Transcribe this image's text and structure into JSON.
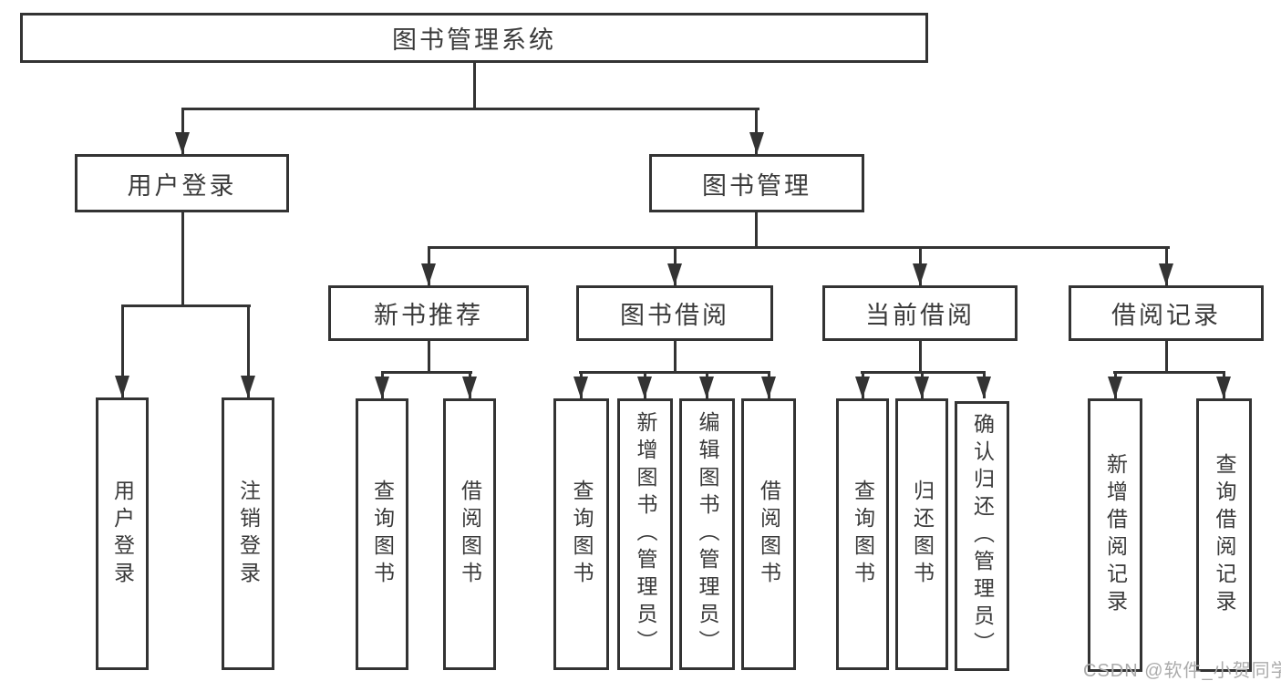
{
  "tree": {
    "root": {
      "label": "图书管理系统"
    },
    "children": [
      {
        "label": "用户登录",
        "leaves": [
          {
            "label": "用户登录"
          },
          {
            "label": "注销登录"
          }
        ]
      },
      {
        "label": "图书管理",
        "children": [
          {
            "label": "新书推荐",
            "leaves": [
              {
                "label": "查询图书"
              },
              {
                "label": "借阅图书"
              }
            ]
          },
          {
            "label": "图书借阅",
            "leaves": [
              {
                "label": "查询图书"
              },
              {
                "label": "新增图书（管理员）"
              },
              {
                "label": "编辑图书（管理员）"
              },
              {
                "label": "借阅图书"
              }
            ]
          },
          {
            "label": "当前借阅",
            "leaves": [
              {
                "label": "查询图书"
              },
              {
                "label": "归还图书"
              },
              {
                "label": "确认归还（管理员）"
              }
            ]
          },
          {
            "label": "借阅记录",
            "leaves": [
              {
                "label": "新增借阅记录"
              },
              {
                "label": "查询借阅记录"
              }
            ]
          }
        ]
      }
    ]
  },
  "watermark": {
    "text": "CSDN @软件_小贺同学"
  },
  "colors": {
    "stroke": "#333333",
    "text": "#3a3a3a",
    "watermark": "#ababab",
    "background": "#ffffff"
  }
}
